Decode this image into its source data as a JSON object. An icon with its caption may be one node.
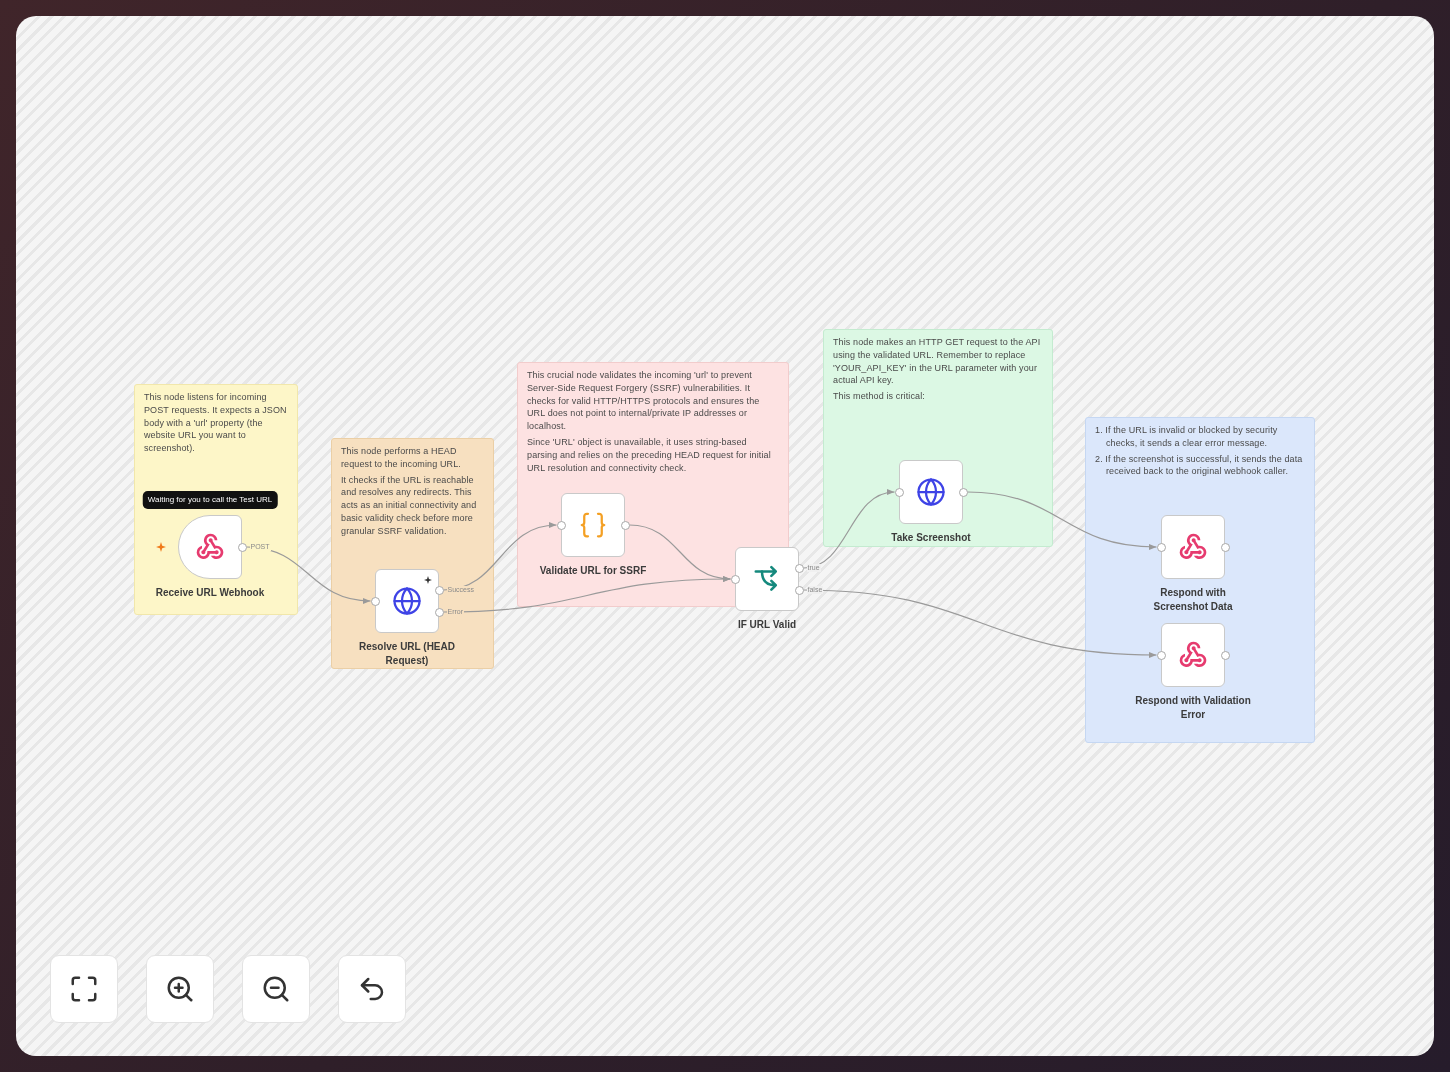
{
  "diagram": {
    "nodes": [
      {
        "text": [
          "This node listens for incoming POST requests. It expects a JSON body with a 'url' property (the website URL you want to screenshot)."
        ]
      },
      {
        "text": [
          "Receive URL Webhook"
        ],
        "in": 0,
        "beside": [
          "Waiting for you to call the Test URL"
        ]
      },
      {
        "text": [
          "This node performs a HEAD request to the incoming URL.",
          "It checks if the URL is reachable and resolves any redirects. This acts as an initial connectivity and basic validity check before more granular SSRF validation."
        ]
      },
      {
        "text": [
          "Resolve URL (HEAD Request)"
        ],
        "in": 2
      },
      {
        "text": [
          "This crucial node validates the incoming 'url' to prevent Server-Side Request Forgery (SSRF) vulnerabilities. It checks for valid HTTP/HTTPS protocols and ensures the URL does not point to internal/private IP addresses or localhost.",
          "Since 'URL' object is unavailable, it uses string-based parsing and relies on the preceding HEAD request for initial URL resolution and connectivity check."
        ]
      },
      {
        "text": [
          "Validate URL for SSRF"
        ],
        "in": 4
      },
      {
        "text": [
          "IF URL Valid"
        ]
      },
      {
        "text": [
          "This node makes an HTTP GET request to the API using the validated URL. Remember to replace 'YOUR_API_KEY' in the URL parameter with your actual API key.",
          "This method is critical:"
        ]
      },
      {
        "text": [
          "Take Screenshot"
        ],
        "in": 7
      },
      {
        "text": [
          "1. If the URL is invalid or blocked by security checks, it sends a clear error message.",
          "2. If the screenshot is successful, it sends the data received back to the original webhook caller."
        ]
      },
      {
        "text": [
          "Respond with Screenshot Data"
        ],
        "in": 9
      },
      {
        "text": [
          "Respond with Validation Error"
        ],
        "in": 9
      }
    ],
    "edges": [
      {
        "from": 1,
        "to": 3,
        "arrow": "to",
        "label": "POST"
      },
      {
        "from": 3,
        "to": 5,
        "arrow": "to",
        "label": "Success"
      },
      {
        "from": 3,
        "to": 6,
        "arrow": "to",
        "label": "Error"
      },
      {
        "from": 5,
        "to": 6,
        "arrow": "to"
      },
      {
        "from": 6,
        "to": 8,
        "arrow": "to",
        "label": "true"
      },
      {
        "from": 6,
        "to": 11,
        "arrow": "to",
        "label": "false"
      },
      {
        "from": 8,
        "to": 10,
        "arrow": "to"
      }
    ]
  }
}
